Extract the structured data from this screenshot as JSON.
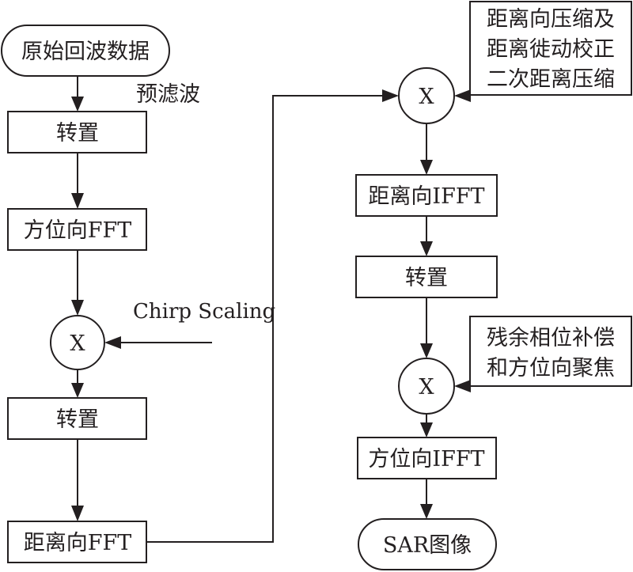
{
  "diagram": {
    "left_column": {
      "start": "原始回波数据",
      "prefilter_label": "预滤波",
      "transpose1": "转置",
      "azimuth_fft": "方位向FFT",
      "multiply1": "X",
      "chirp_scaling_label": "Chirp Scaling",
      "transpose2": "转置",
      "range_fft": "距离向FFT"
    },
    "right_column": {
      "range_compression_box": [
        "距离向压缩及",
        "距离徙动校正",
        "二次距离压缩"
      ],
      "multiply2": "X",
      "range_ifft": "距离向IFFT",
      "transpose3": "转置",
      "residual_phase_box": [
        "残余相位补偿",
        "和方位向聚焦"
      ],
      "multiply3": "X",
      "azimuth_ifft": "方位向IFFT",
      "end": "SAR图像"
    }
  }
}
